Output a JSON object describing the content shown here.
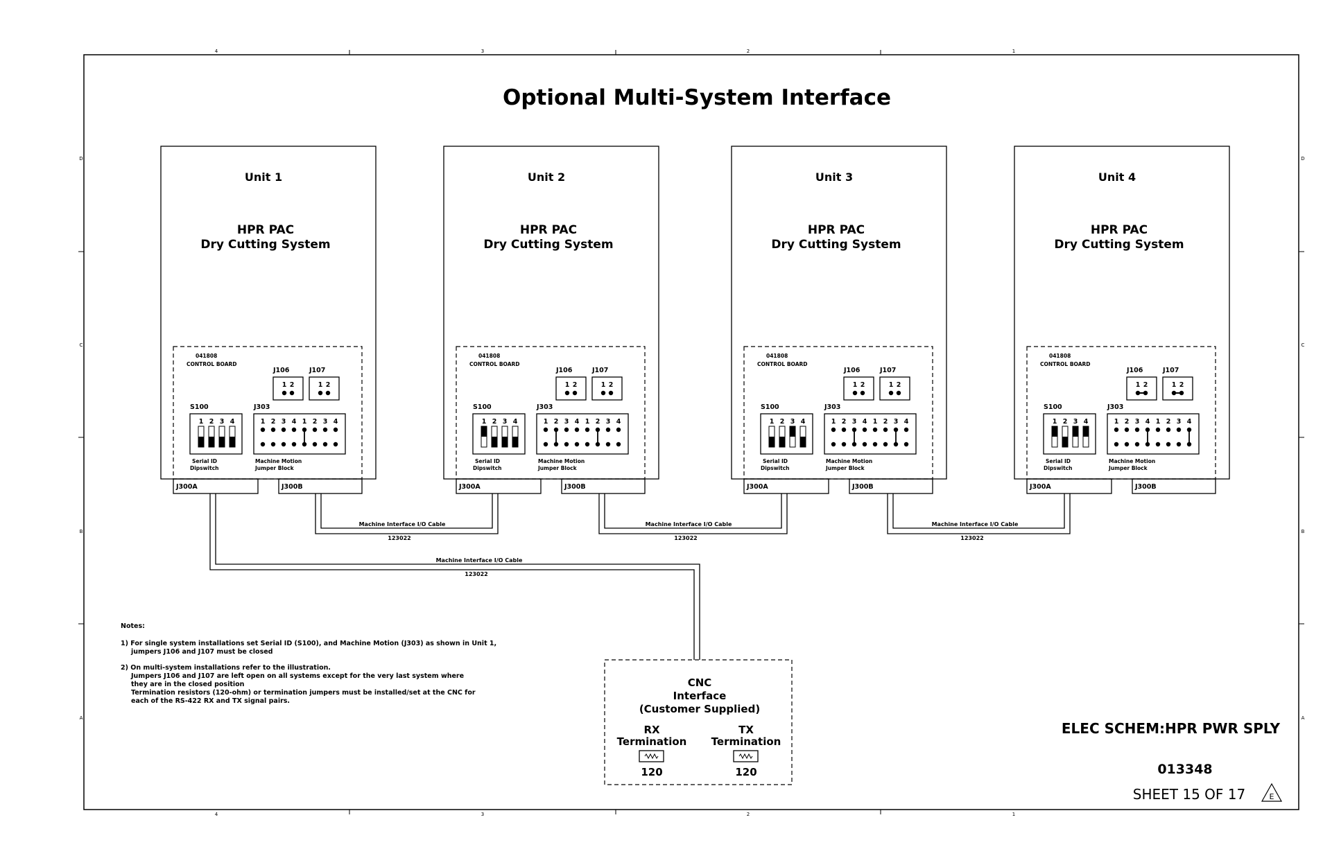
{
  "title": "Optional Multi-System Interface",
  "grid": {
    "top_columns": [
      "4",
      "3",
      "2",
      "1"
    ],
    "bottom_columns": [
      "4",
      "3",
      "2",
      "1"
    ],
    "rows": [
      "D",
      "C",
      "B",
      "A"
    ]
  },
  "units": [
    {
      "name": "Unit 1",
      "system_line1": "HPR PAC",
      "system_line2": "Dry Cutting System",
      "board_number": "041808",
      "board_name": "CONTROL BOARD",
      "s100_label": "S100",
      "j303_label": "J303",
      "j106_label": "J106",
      "j107_label": "J107",
      "switch_numbers": [
        "1",
        "2",
        "3",
        "4"
      ],
      "jumper_numbers": [
        "1",
        "2",
        "3",
        "4",
        "1",
        "2",
        "3",
        "4"
      ],
      "jumper_pins": [
        "1",
        "2"
      ],
      "switch_states": [
        1,
        1,
        1,
        1
      ],
      "j303_jumpers": [
        0,
        0,
        0,
        0,
        1,
        0,
        0,
        0
      ],
      "j106_closed": 0,
      "j107_closed": 0,
      "s100_caption_line1": "Serial ID",
      "s100_caption_line2": "Dipswitch",
      "j303_caption_line1": "Machine Motion",
      "j303_caption_line2": "Jumper Block",
      "j300a_label": "J300A",
      "j300b_label": "J300B"
    },
    {
      "name": "Unit 2",
      "system_line1": "HPR PAC",
      "system_line2": "Dry Cutting System",
      "board_number": "041808",
      "board_name": "CONTROL BOARD",
      "s100_label": "S100",
      "j303_label": "J303",
      "j106_label": "J106",
      "j107_label": "J107",
      "switch_numbers": [
        "1",
        "2",
        "3",
        "4"
      ],
      "jumper_numbers": [
        "1",
        "2",
        "3",
        "4",
        "1",
        "2",
        "3",
        "4"
      ],
      "jumper_pins": [
        "1",
        "2"
      ],
      "switch_states": [
        0,
        1,
        1,
        1
      ],
      "j303_jumpers": [
        0,
        1,
        0,
        0,
        0,
        1,
        0,
        0
      ],
      "j106_closed": 0,
      "j107_closed": 0,
      "s100_caption_line1": "Serial ID",
      "s100_caption_line2": "Dipswitch",
      "j303_caption_line1": "Machine Motion",
      "j303_caption_line2": "Jumper Block",
      "j300a_label": "J300A",
      "j300b_label": "J300B"
    },
    {
      "name": "Unit 3",
      "system_line1": "HPR PAC",
      "system_line2": "Dry Cutting System",
      "board_number": "041808",
      "board_name": "CONTROL BOARD",
      "s100_label": "S100",
      "j303_label": "J303",
      "j106_label": "J106",
      "j107_label": "J107",
      "switch_numbers": [
        "1",
        "2",
        "3",
        "4"
      ],
      "jumper_numbers": [
        "1",
        "2",
        "3",
        "4",
        "1",
        "2",
        "3",
        "4"
      ],
      "jumper_pins": [
        "1",
        "2"
      ],
      "switch_states": [
        1,
        1,
        0,
        1
      ],
      "j303_jumpers": [
        0,
        0,
        1,
        0,
        0,
        0,
        1,
        0
      ],
      "j106_closed": 0,
      "j107_closed": 0,
      "s100_caption_line1": "Serial ID",
      "s100_caption_line2": "Dipswitch",
      "j303_caption_line1": "Machine Motion",
      "j303_caption_line2": "Jumper Block",
      "j300a_label": "J300A",
      "j300b_label": "J300B"
    },
    {
      "name": "Unit 4",
      "system_line1": "HPR PAC",
      "system_line2": "Dry Cutting System",
      "board_number": "041808",
      "board_name": "CONTROL BOARD",
      "s100_label": "S100",
      "j303_label": "J303",
      "j106_label": "J106",
      "j107_label": "J107",
      "switch_numbers": [
        "1",
        "2",
        "3",
        "4"
      ],
      "jumper_numbers": [
        "1",
        "2",
        "3",
        "4",
        "1",
        "2",
        "3",
        "4"
      ],
      "jumper_pins": [
        "1",
        "2"
      ],
      "switch_states": [
        0,
        1,
        0,
        0
      ],
      "j303_jumpers": [
        0,
        0,
        0,
        1,
        0,
        0,
        0,
        1
      ],
      "j106_closed": 1,
      "j107_closed": 1,
      "s100_caption_line1": "Serial ID",
      "s100_caption_line2": "Dipswitch",
      "j303_caption_line1": "Machine Motion",
      "j303_caption_line2": "Jumper Block",
      "j300a_label": "J300A",
      "j300b_label": "J300B"
    }
  ],
  "cables": {
    "link_label": "Machine Interface I/O Cable",
    "part_number": "123022",
    "cnc_label": "Machine Interface I/O Cable",
    "cnc_part_number": "123022"
  },
  "notes": {
    "heading": "Notes:",
    "note1_line1": "1)  For single system installations set Serial ID (S100), and Machine Motion (J303) as shown in Unit 1,",
    "note1_line2": "jumpers J106 and J107 must be closed",
    "note2_line1": "2)  On multi-system installations refer to the illustration.",
    "note2_line2": "Jumpers J106 and J107 are left open on all systems except for the very last system where",
    "note2_line3": "they are in the closed position",
    "note2_line4": "Termination resistors (120-ohm) or termination jumpers must be installed/set at the CNC for",
    "note2_line5": "each of the RS-422 RX and TX signal pairs."
  },
  "cnc": {
    "line1": "CNC",
    "line2": "Interface",
    "line3": "(Customer Supplied)",
    "rx_line1": "RX",
    "rx_line2": "Termination",
    "rx_value": "120",
    "tx_line1": "TX",
    "tx_line2": "Termination",
    "tx_value": "120"
  },
  "title_block": {
    "title": "ELEC SCHEM:HPR PWR SPLY",
    "number": "013348",
    "sheet": "SHEET 15 OF 17",
    "revision": "E"
  }
}
